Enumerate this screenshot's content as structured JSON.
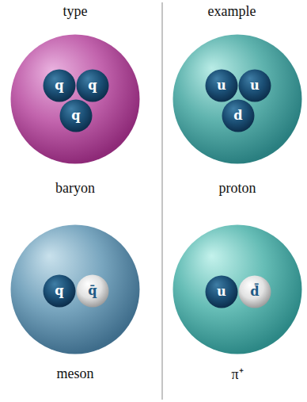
{
  "diagram": {
    "nodes": [
      {
        "text": [
          "baryon"
        ]
      },
      {
        "text": [
          "q"
        ],
        "in": 0
      },
      {
        "text": [
          "q"
        ],
        "in": 0
      },
      {
        "text": [
          "q"
        ],
        "in": 0
      },
      {
        "text": [
          "proton"
        ]
      },
      {
        "text": [
          "u"
        ],
        "in": 4
      },
      {
        "text": [
          "u"
        ],
        "in": 4
      },
      {
        "text": [
          "d"
        ],
        "in": 4
      },
      {
        "text": [
          "meson"
        ]
      },
      {
        "text": [
          "q"
        ],
        "in": 8
      },
      {
        "text": [
          "q̄"
        ],
        "in": 8
      },
      {
        "text": [
          "π⁺"
        ]
      },
      {
        "text": [
          "u"
        ],
        "in": 11
      },
      {
        "text": [
          "d̄"
        ],
        "in": 11
      }
    ],
    "labels": [
      "type",
      "example"
    ]
  }
}
